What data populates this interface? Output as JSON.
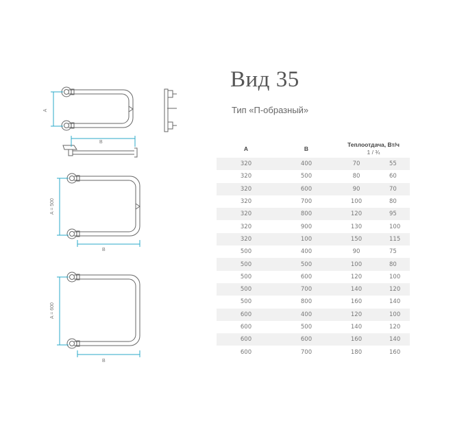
{
  "title": "Вид 35",
  "subtitle": "Тип «П-образный»",
  "colors": {
    "accent": "#2aa8c8",
    "stroke": "#666666",
    "stripe": "#f1f1f1"
  },
  "diagram_labels": {
    "top_a": "A",
    "top_b": "B",
    "mid_a": "A = 500",
    "mid_b": "B",
    "bot_a": "A = 600",
    "bot_b": "B"
  },
  "table": {
    "headers": {
      "a": "A",
      "b": "B",
      "heat": "Теплоотдача, Вт/ч",
      "heat_sub": "1 / ¾"
    },
    "rows": [
      [
        "320",
        "400",
        "70",
        "55"
      ],
      [
        "320",
        "500",
        "80",
        "60"
      ],
      [
        "320",
        "600",
        "90",
        "70"
      ],
      [
        "320",
        "700",
        "100",
        "80"
      ],
      [
        "320",
        "800",
        "120",
        "95"
      ],
      [
        "320",
        "900",
        "130",
        "100"
      ],
      [
        "320",
        "100",
        "150",
        "115"
      ],
      [
        "500",
        "400",
        "90",
        "75"
      ],
      [
        "500",
        "500",
        "100",
        "80"
      ],
      [
        "500",
        "600",
        "120",
        "100"
      ],
      [
        "500",
        "700",
        "140",
        "120"
      ],
      [
        "500",
        "800",
        "160",
        "140"
      ],
      [
        "600",
        "400",
        "120",
        "100"
      ],
      [
        "600",
        "500",
        "140",
        "120"
      ],
      [
        "600",
        "600",
        "160",
        "140"
      ],
      [
        "600",
        "700",
        "180",
        "160"
      ]
    ]
  }
}
